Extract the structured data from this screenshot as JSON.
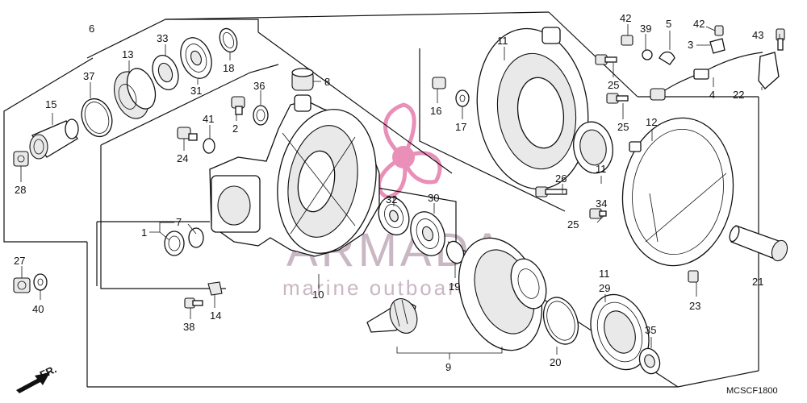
{
  "diagram": {
    "code": "MCSCF1800",
    "direction_label": "FR.",
    "watermark": {
      "brand": "ARMADA",
      "tagline": "marine outboards",
      "color": "#c9b7c3",
      "accent": "#e98fb8"
    },
    "part_numbers": {
      "p1": "1",
      "p2": "2",
      "p3": "3",
      "p4": "4",
      "p5": "5",
      "p6": "6",
      "p7": "7",
      "p8": "8",
      "p9": "9",
      "p10": "10",
      "p11a": "11",
      "p11b": "11",
      "p11c": "11",
      "p12": "12",
      "p13": "13",
      "p14": "14",
      "p15": "15",
      "p16": "16",
      "p17": "17",
      "p18": "18",
      "p19": "19",
      "p20": "20",
      "p21": "21",
      "p22": "22",
      "p23": "23",
      "p24": "24",
      "p25a": "25",
      "p25b": "25",
      "p25c": "25",
      "p26": "26",
      "p27": "27",
      "p28": "28",
      "p29": "29",
      "p30": "30",
      "p31": "31",
      "p32": "32",
      "p33": "33",
      "p34": "34",
      "p35": "35",
      "p36": "36",
      "p37": "37",
      "p38": "38",
      "p39": "39",
      "p40": "40",
      "p41": "41",
      "p42a": "42",
      "p42b": "42",
      "p43": "43"
    }
  }
}
